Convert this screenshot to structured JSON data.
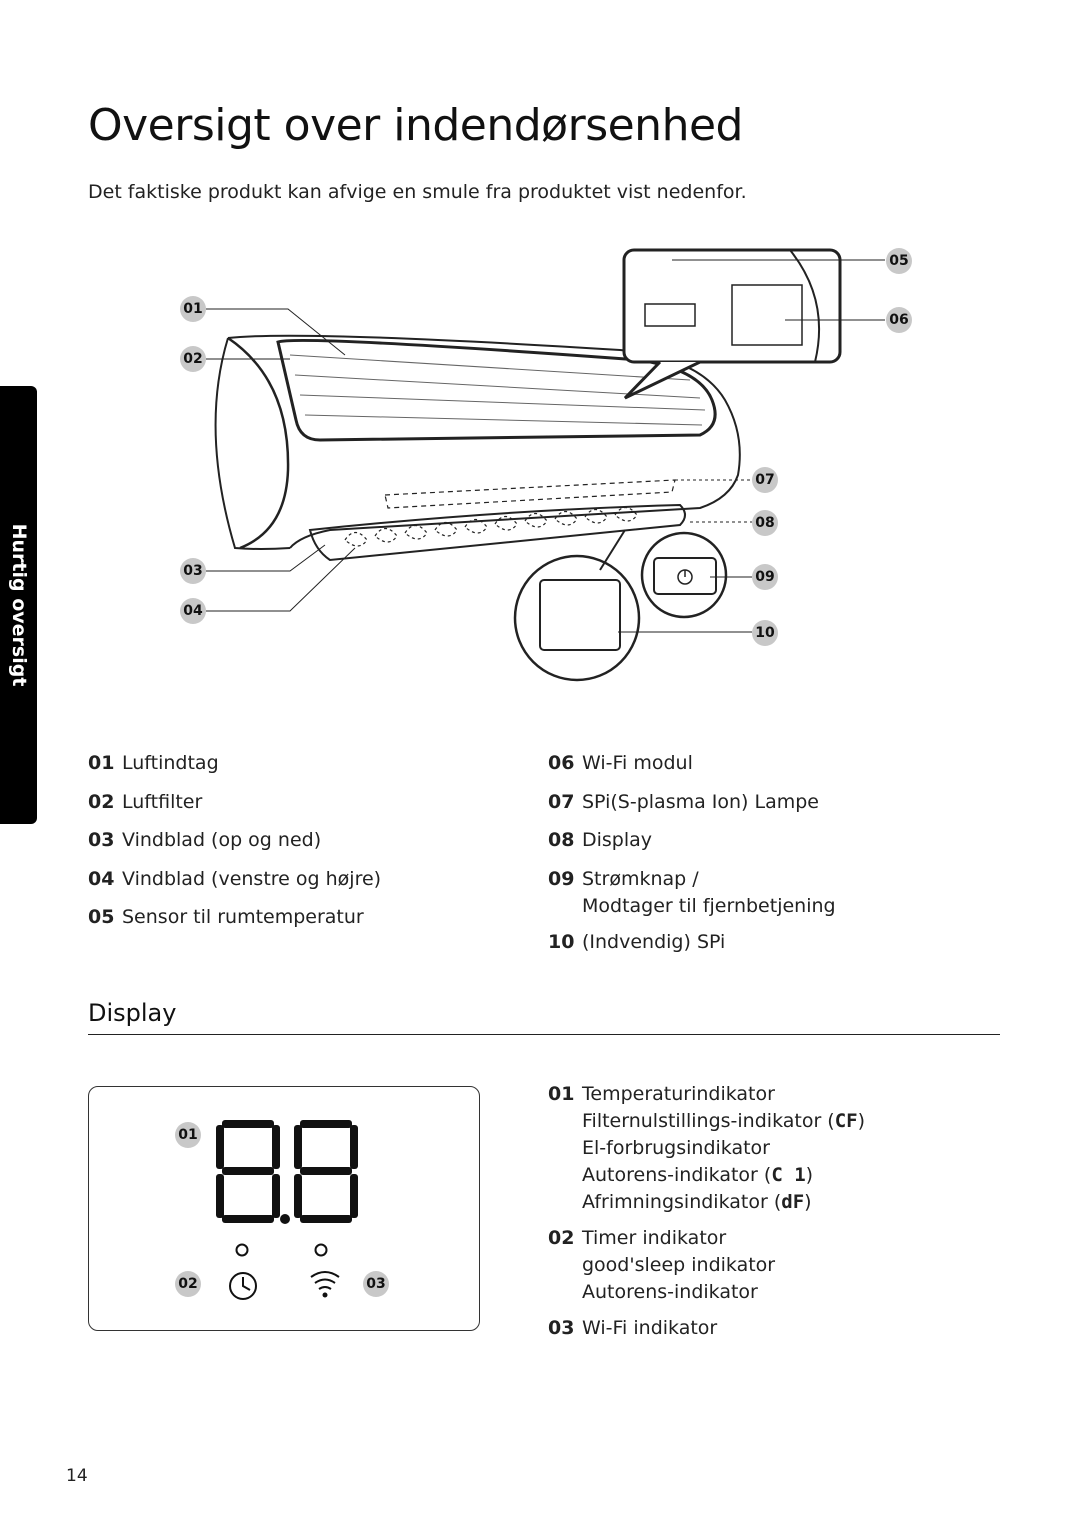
{
  "page": {
    "title": "Oversigt over indendørsenhed",
    "subtitle": "Det faktiske produkt kan afvige en smule fra produktet vist nedenfor.",
    "side_tab": "Hurtig oversigt",
    "page_number": "14"
  },
  "figure_badges": [
    "01",
    "02",
    "03",
    "04",
    "05",
    "06",
    "07",
    "08",
    "09",
    "10"
  ],
  "legend_left": [
    {
      "num": "01",
      "text": "Luftindtag"
    },
    {
      "num": "02",
      "text": "Luftfilter"
    },
    {
      "num": "03",
      "text": "Vindblad (op og ned)"
    },
    {
      "num": "04",
      "text": "Vindblad (venstre og højre)"
    },
    {
      "num": "05",
      "text": "Sensor til rumtemperatur"
    }
  ],
  "legend_right": [
    {
      "num": "06",
      "text": "Wi-Fi modul"
    },
    {
      "num": "07",
      "text": "SPi(S-plasma Ion) Lampe"
    },
    {
      "num": "08",
      "text": "Display"
    },
    {
      "num": "09",
      "lines": [
        "Strømknap /",
        "Modtager til fjernbetjening"
      ]
    },
    {
      "num": "10",
      "text": "(Indvendig) SPi"
    }
  ],
  "display_section": {
    "heading": "Display",
    "panel_badges": [
      "01",
      "02",
      "03"
    ],
    "items": [
      {
        "num": "01",
        "lines": [
          "Temperaturindikator",
          "Filternulstillings-indikator (",
          "El-forbrugsindikator",
          "Autorens-indikator (",
          "Afrimningsindikator ("
        ],
        "codes": [
          "CF",
          "C 1",
          "dF"
        ]
      },
      {
        "num": "02",
        "lines": [
          "Timer indikator",
          "good'sleep indikator",
          "Autorens-indikator"
        ]
      },
      {
        "num": "03",
        "lines": [
          "Wi-Fi indikator"
        ]
      }
    ]
  }
}
